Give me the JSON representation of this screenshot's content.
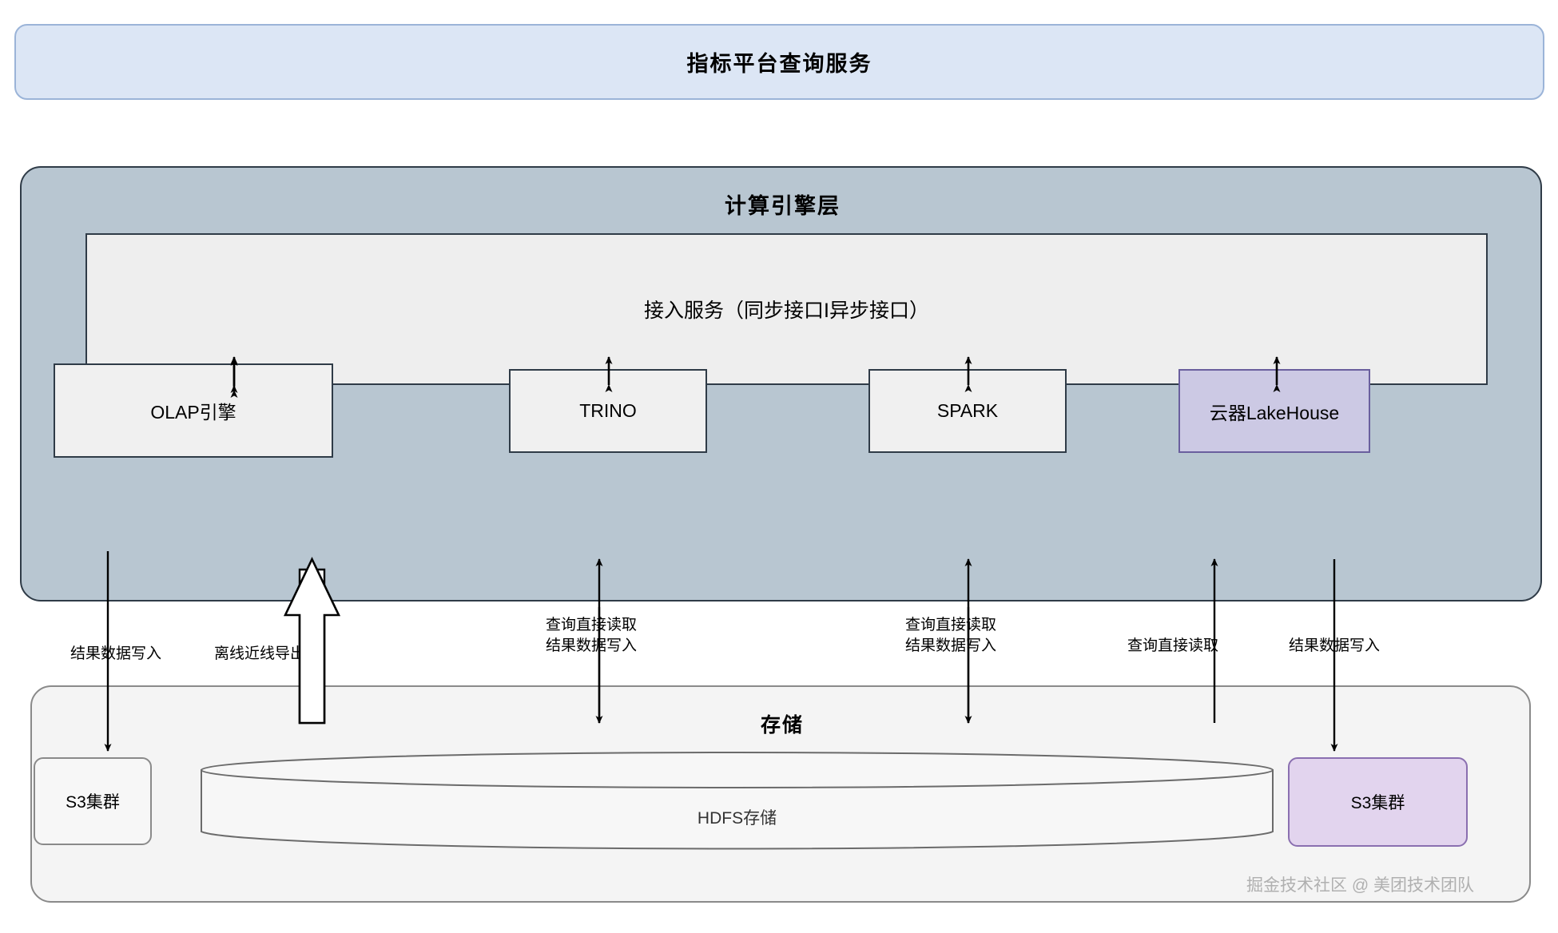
{
  "banner": {
    "title": "指标平台查询服务"
  },
  "compute_layer": {
    "title": "计算引擎层",
    "access_service": "接入服务（同步接口I异步接口）",
    "engines": [
      {
        "label": "OLAP引擎",
        "style": "white"
      },
      {
        "label": "TRINO",
        "style": "white"
      },
      {
        "label": "SPARK",
        "style": "white"
      },
      {
        "label": "云器LakeHouse",
        "style": "purple"
      }
    ]
  },
  "storage_layer": {
    "title": "存储",
    "s3_left": "S3集群",
    "hdfs": "HDFS存储",
    "s3_right": "S3集群"
  },
  "edge_labels": {
    "olap_write": "结果数据写入",
    "offline_export": "离线近线导出",
    "trino": "查询直接读取\n结果数据写入",
    "spark": "查询直接读取\n结果数据写入",
    "lakehouse_read": "查询直接读取",
    "lakehouse_write": "结果数据写入"
  },
  "watermark": {
    "text": "掘金技术社区 @ 美团技术团队"
  },
  "colors": {
    "banner_bg": "#dce6f5",
    "banner_border": "#9bb4d8",
    "compute_bg": "#b8c6d1",
    "compute_border": "#2f3b47",
    "engine_bg": "#f0f0f0",
    "purple_bg": "#ccc9e4",
    "purple_border": "#6a5f9e",
    "storage_bg": "#f4f4f4",
    "storage_border": "#8a8a8a",
    "s3_purple_bg": "#e2d4ee"
  }
}
